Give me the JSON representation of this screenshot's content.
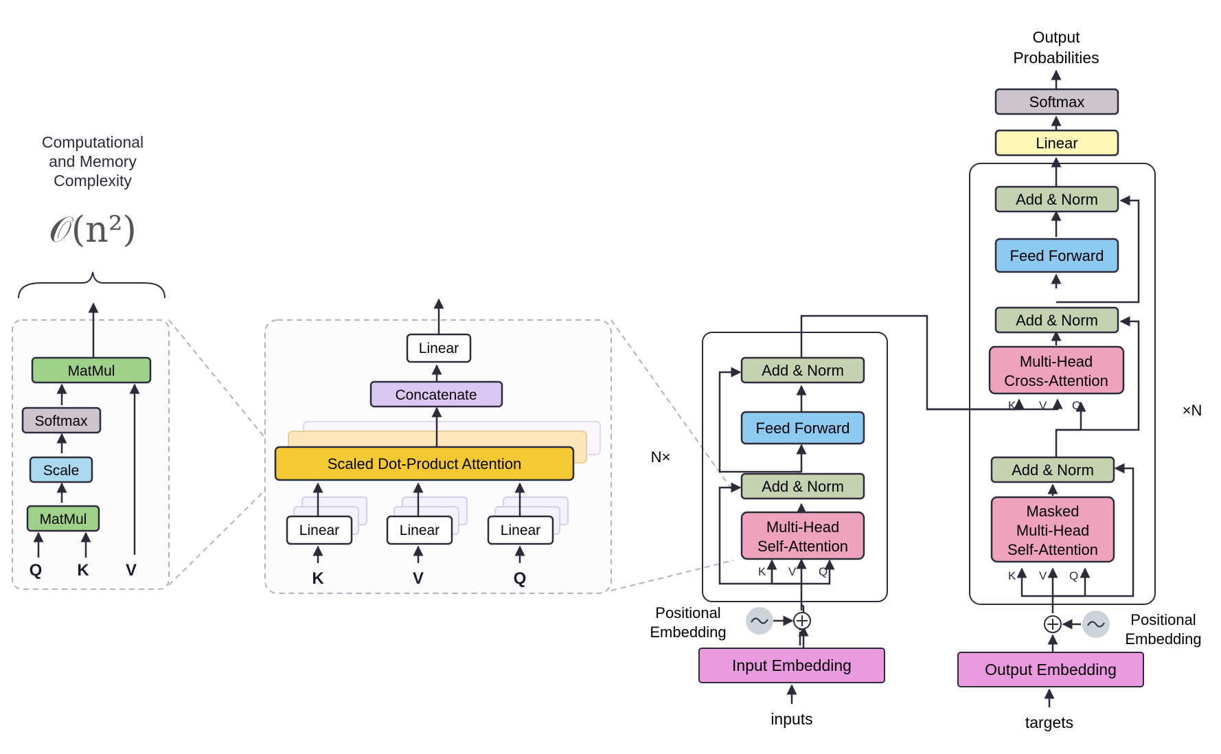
{
  "complexity": {
    "caption_lines": [
      "Computational",
      "and Memory",
      "Complexity"
    ],
    "formula": "𝒪(n²)"
  },
  "sdpa": {
    "matmul_top": "MatMul",
    "softmax": "Softmax",
    "scale": "Scale",
    "matmul_bottom": "MatMul",
    "inputs": [
      "Q",
      "K",
      "V"
    ]
  },
  "mha": {
    "linear_out": "Linear",
    "concat": "Concatenate",
    "attention": "Scaled Dot-Product Attention",
    "linear_in": "Linear",
    "inputs": [
      "K",
      "V",
      "Q"
    ]
  },
  "encoder": {
    "repeat": "N×",
    "add_norm": "Add & Norm",
    "feed_forward": "Feed Forward",
    "self_attention_lines": [
      "Multi-Head",
      "Self-Attention"
    ],
    "kvq": [
      "K",
      "V",
      "Q"
    ],
    "pos_emb_lines": [
      "Positional",
      "Embedding"
    ],
    "input_embedding": "Input Embedding",
    "input_label": "inputs"
  },
  "decoder": {
    "repeat": "×N",
    "output_label_lines": [
      "Output",
      "Probabilities"
    ],
    "softmax": "Softmax",
    "linear": "Linear",
    "add_norm": "Add & Norm",
    "feed_forward": "Feed Forward",
    "cross_attention_lines": [
      "Multi-Head",
      "Cross-Attention"
    ],
    "masked_attention_lines": [
      "Masked",
      "Multi-Head",
      "Self-Attention"
    ],
    "kvq": [
      "K",
      "V",
      "Q"
    ],
    "pos_emb_lines": [
      "Positional",
      "Embedding"
    ],
    "output_embedding": "Output Embedding",
    "target_label": "targets"
  },
  "colors": {
    "matmul": "#9fd18b",
    "softmax": "#cfc3cc",
    "scale": "#a9d8ef",
    "attention": "#f6c933",
    "concat": "#dcc6f3",
    "add_norm": "#c5d2b2",
    "feed_forward": "#8ec9f1",
    "multihead": "#eea2bd",
    "embedding": "#ea9be0",
    "linear_yellow": "#fdf6b6",
    "dashed": "#aeb2c4",
    "stroke": "#2b2b3a"
  }
}
